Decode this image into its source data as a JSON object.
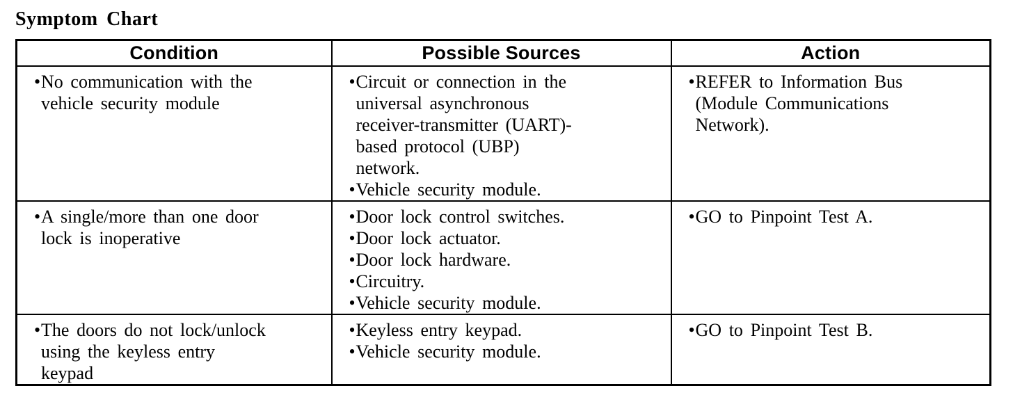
{
  "page": {
    "title": "Symptom Chart"
  },
  "table": {
    "headers": [
      "Condition",
      "Possible Sources",
      "Action"
    ],
    "rows": [
      {
        "condition": [
          "No communication with the vehicle security module"
        ],
        "sources": [
          "Circuit or connection in the universal asynchronous receiver-transmitter (UART)-based protocol (UBP) network.",
          "Vehicle security module."
        ],
        "action": [
          "REFER to Information Bus (Module Communications Network)."
        ]
      },
      {
        "condition": [
          "A single/more than one door lock is inoperative"
        ],
        "sources": [
          "Door lock control switches.",
          "Door lock actuator.",
          "Door lock hardware.",
          "Circuitry.",
          "Vehicle security module."
        ],
        "action": [
          "GO to Pinpoint Test A."
        ]
      },
      {
        "condition": [
          "The doors do not lock/unlock using the keyless entry keypad"
        ],
        "sources": [
          "Keyless entry keypad.",
          "Vehicle security module."
        ],
        "action": [
          "GO to Pinpoint Test B."
        ]
      }
    ]
  }
}
